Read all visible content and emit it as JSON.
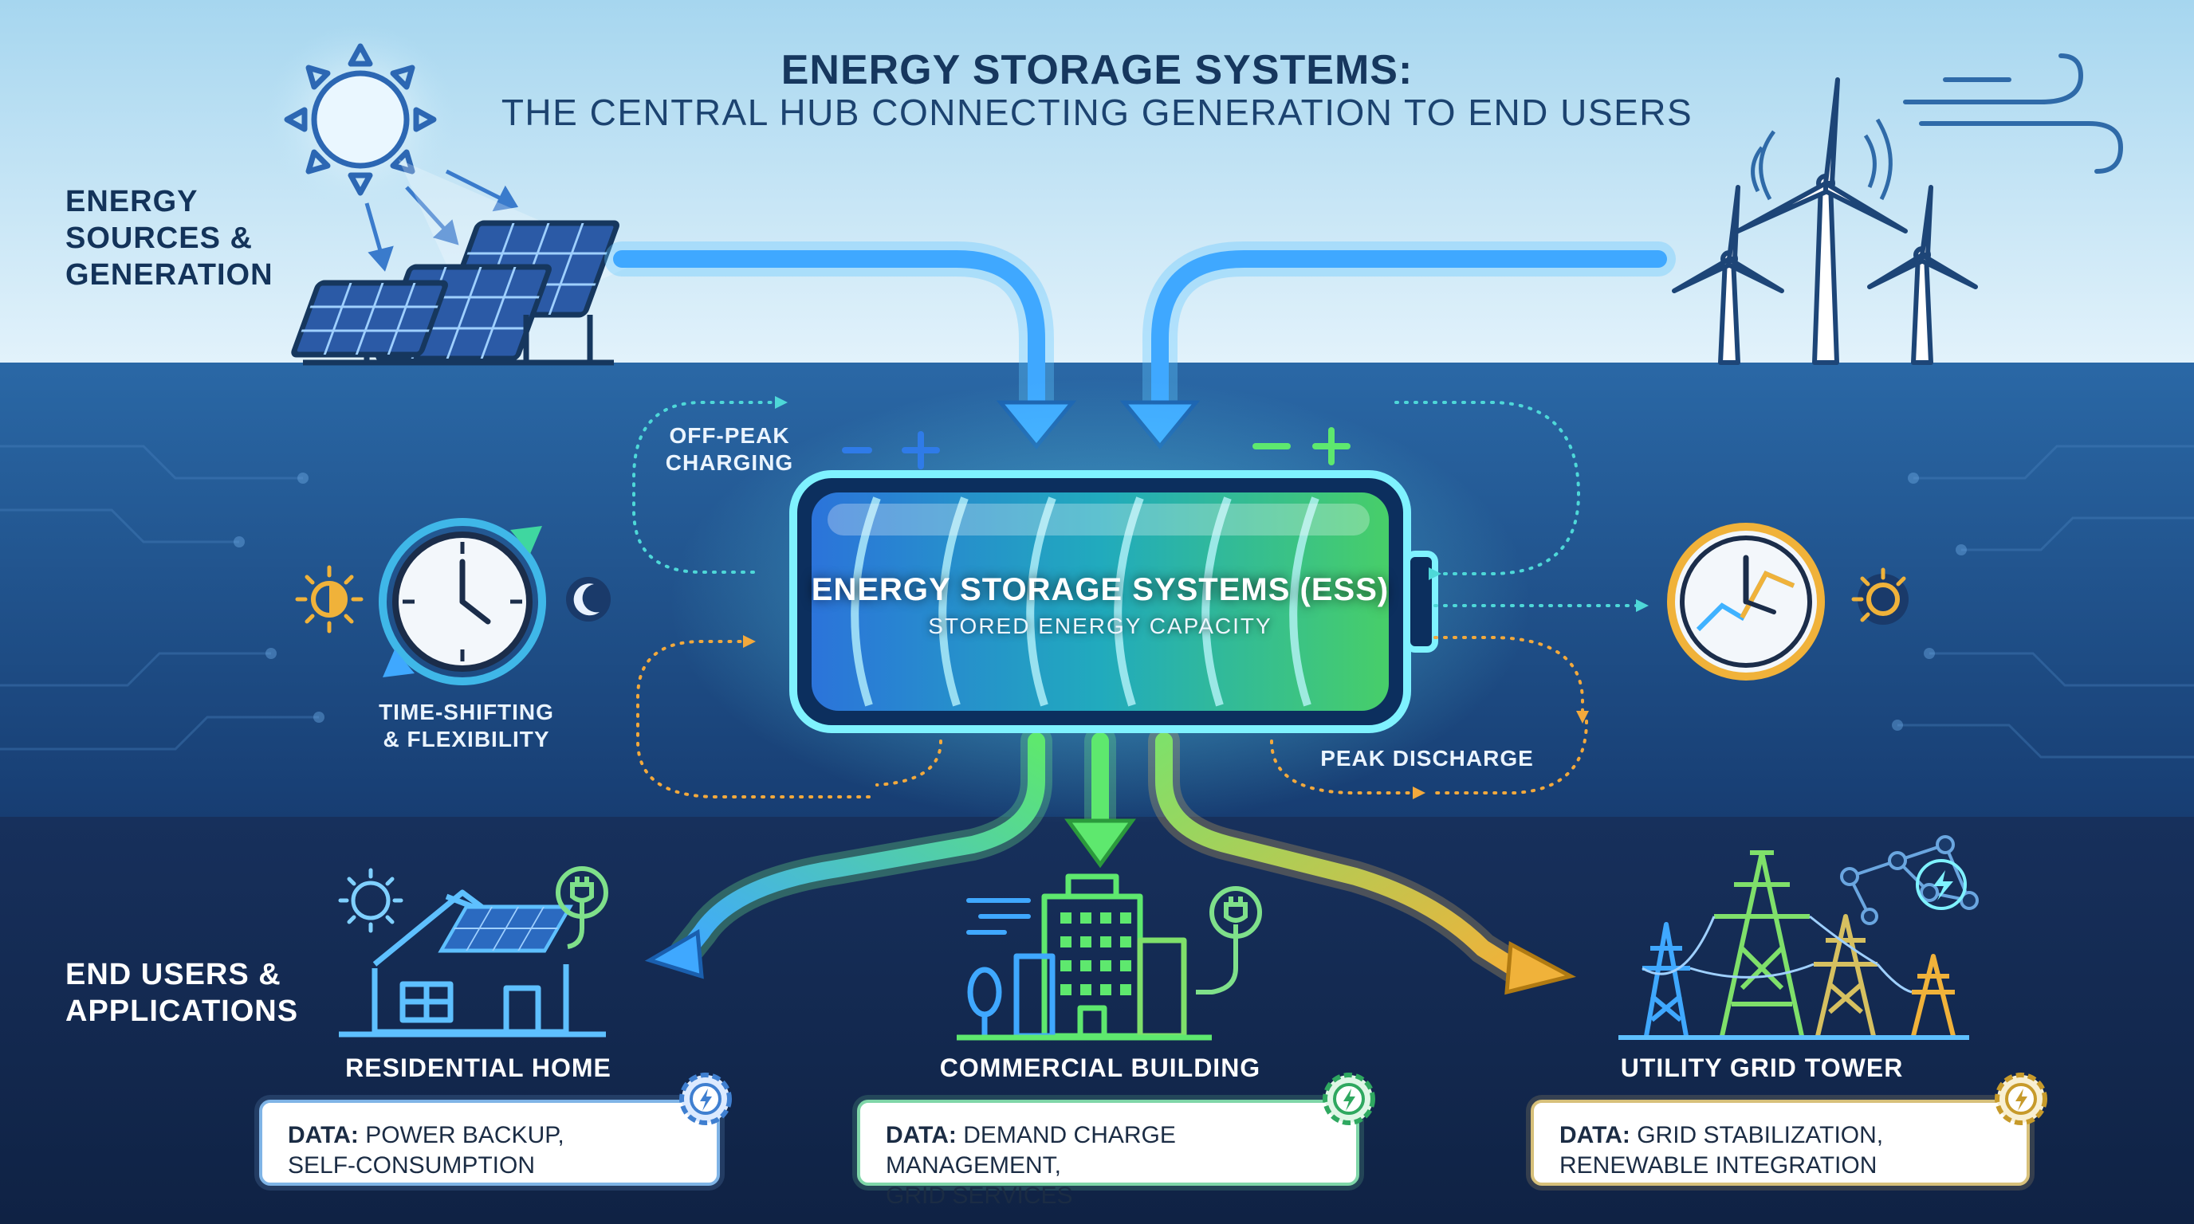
{
  "header": {
    "title": "ENERGY STORAGE SYSTEMS:",
    "subtitle": "THE CENTRAL HUB CONNECTING GENERATION TO END USERS"
  },
  "sections": {
    "sources_line1": "ENERGY",
    "sources_line2": "SOURCES &",
    "sources_line3": "GENERATION",
    "users_line1": "END USERS &",
    "users_line2": "APPLICATIONS"
  },
  "ess": {
    "title": "ENERGY STORAGE SYSTEMS (ESS)",
    "subtitle": "STORED ENERGY CAPACITY"
  },
  "flows": {
    "off_peak_line1": "OFF-PEAK",
    "off_peak_line2": "CHARGING",
    "peak_discharge": "PEAK DISCHARGE",
    "time_shift_line1": "TIME-SHIFTING",
    "time_shift_line2": "& FLEXIBILITY"
  },
  "applications": [
    {
      "name": "RESIDENTIAL HOME",
      "data_label": "DATA:",
      "line1": "POWER BACKUP,",
      "line2": "SELF-CONSUMPTION"
    },
    {
      "name": "COMMERCIAL BUILDING",
      "data_label": "DATA:",
      "line1": "DEMAND CHARGE MANAGEMENT,",
      "line2": "GRID SERVICES"
    },
    {
      "name": "UTILITY GRID TOWER",
      "data_label": "DATA:",
      "line1": "GRID STABILIZATION,",
      "line2": "RENEWABLE INTEGRATION"
    }
  ],
  "colors": {
    "sky_top": "#a9d8f0",
    "sky_bottom": "#dff1fb",
    "mid_band": "#1d4f8a",
    "bottom_band": "#13294f",
    "accent_blue": "#3fb2ff",
    "accent_green": "#5ee86e",
    "accent_gold": "#f0b23a",
    "dotted_teal": "#4ed8d8",
    "dotted_orange": "#f3a93c"
  },
  "icons": {
    "sun": "sun-icon",
    "solar": "solar-panel-icon",
    "wind": "wind-turbine-icon",
    "clock": "clock-icon",
    "house": "house-icon",
    "building": "office-building-icon",
    "tower": "transmission-tower-icon",
    "plug": "plug-icon",
    "gear": "gear-bolt-icon"
  }
}
